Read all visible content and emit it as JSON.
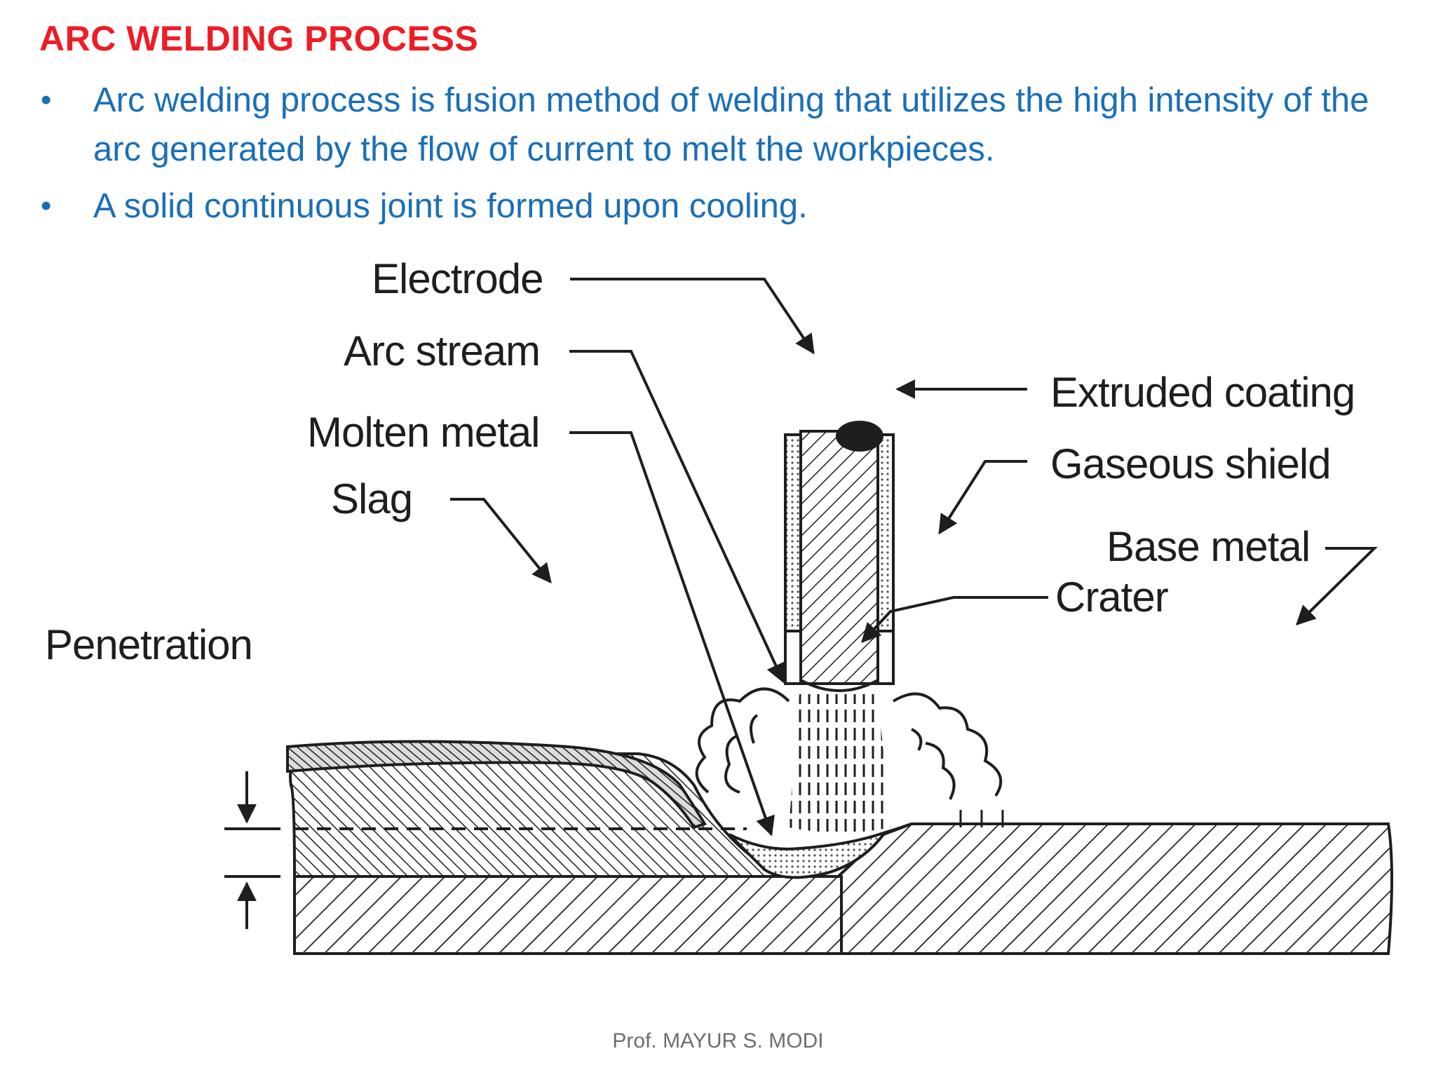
{
  "slide": {
    "title": "ARC WELDING PROCESS",
    "bullets": [
      "Arc welding process is fusion method of welding that utilizes the high intensity of the arc generated by the flow of current to melt the workpieces.",
      "A solid continuous joint is formed upon cooling."
    ],
    "bullet_symbol": "•",
    "footer": "Prof. MAYUR S. MODI"
  },
  "diagram": {
    "labels": {
      "electrode": "Electrode",
      "arc_stream": "Arc stream",
      "molten_metal": "Molten metal",
      "slag": "Slag",
      "extruded_coating": "Extruded coating",
      "gaseous_shield": "Gaseous shield",
      "base_metal": "Base metal",
      "crater": "Crater",
      "penetration": "Penetration"
    }
  },
  "colors": {
    "title": "#ee1c25",
    "bullet_text": "#1a6fb8",
    "footer": "#6e6e6e",
    "ink": "#1e1e1e"
  }
}
